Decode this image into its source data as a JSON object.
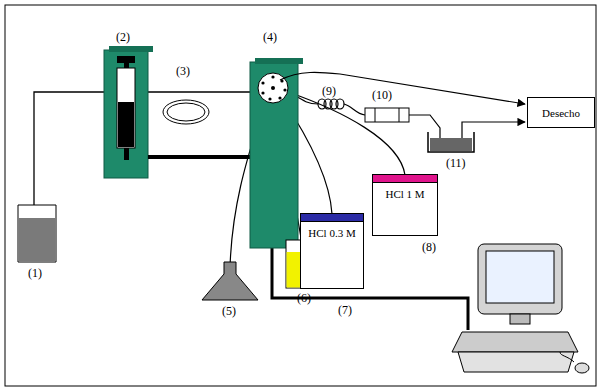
{
  "diagram": {
    "nodes": [
      {
        "text": [
          "Desecho"
        ]
      },
      {
        "text": [
          "HCl 0.3 M"
        ]
      },
      {
        "text": [
          "HCl 1 M"
        ]
      }
    ],
    "labels": [
      "(1)",
      "(2)",
      "(3)",
      "(4)",
      "(5)",
      "(6)",
      "(7)",
      "(8)",
      "(9)",
      "(10)",
      "(11)"
    ]
  }
}
